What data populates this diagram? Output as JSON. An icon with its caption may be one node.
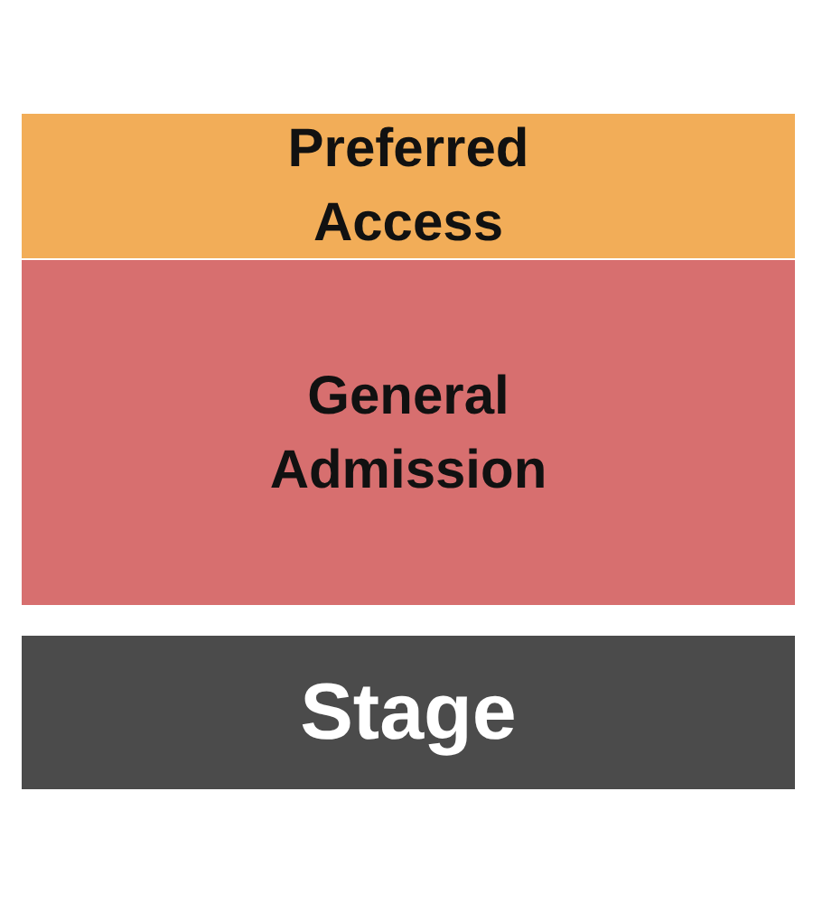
{
  "diagram": {
    "nodes": [
      {
        "text": [
          "Preferred Access"
        ]
      },
      {
        "text": [
          "General Admission"
        ]
      },
      {
        "text": [
          "Stage"
        ]
      }
    ]
  }
}
